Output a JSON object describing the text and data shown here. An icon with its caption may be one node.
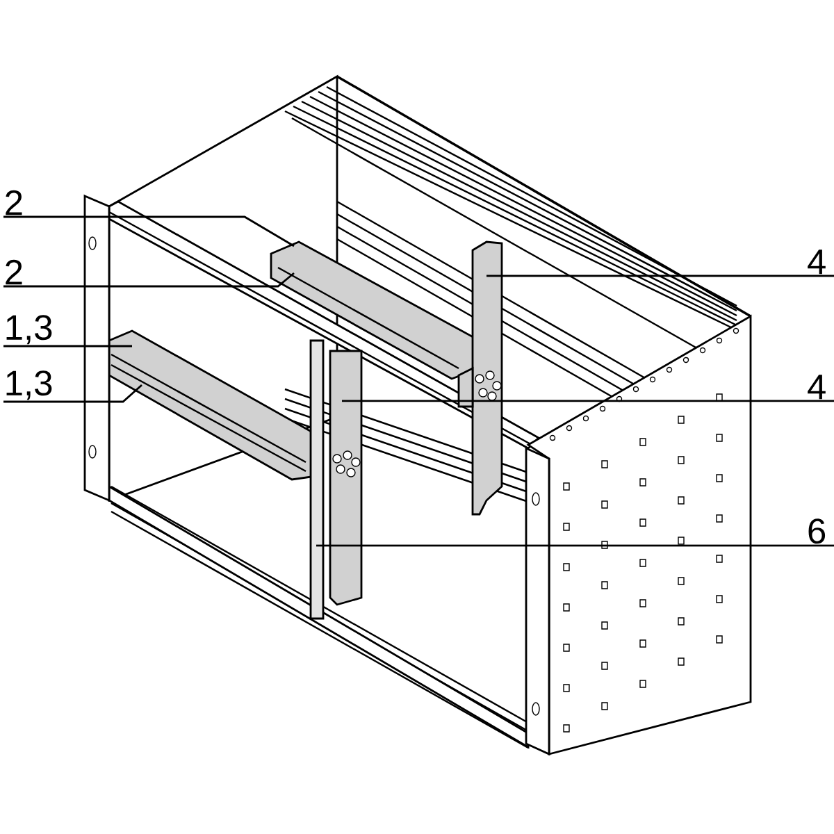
{
  "diagram": {
    "nodes": [
      {
        "text": [
          "2"
        ]
      },
      {
        "text": [
          "2"
        ]
      },
      {
        "text": [
          "1,3"
        ]
      },
      {
        "text": [
          "1,3"
        ]
      },
      {
        "text": [
          "4"
        ]
      },
      {
        "text": [
          "4"
        ]
      },
      {
        "text": [
          "6"
        ]
      }
    ],
    "edges": [
      {
        "from": 0,
        "to": null,
        "arrow": "none"
      },
      {
        "from": 1,
        "to": null,
        "arrow": "none"
      },
      {
        "from": 2,
        "to": null,
        "arrow": "none"
      },
      {
        "from": 3,
        "to": null,
        "arrow": "none"
      },
      {
        "from": 4,
        "to": null,
        "arrow": "none"
      },
      {
        "from": 5,
        "to": null,
        "arrow": "none"
      },
      {
        "from": 6,
        "to": null,
        "arrow": "none"
      }
    ]
  }
}
